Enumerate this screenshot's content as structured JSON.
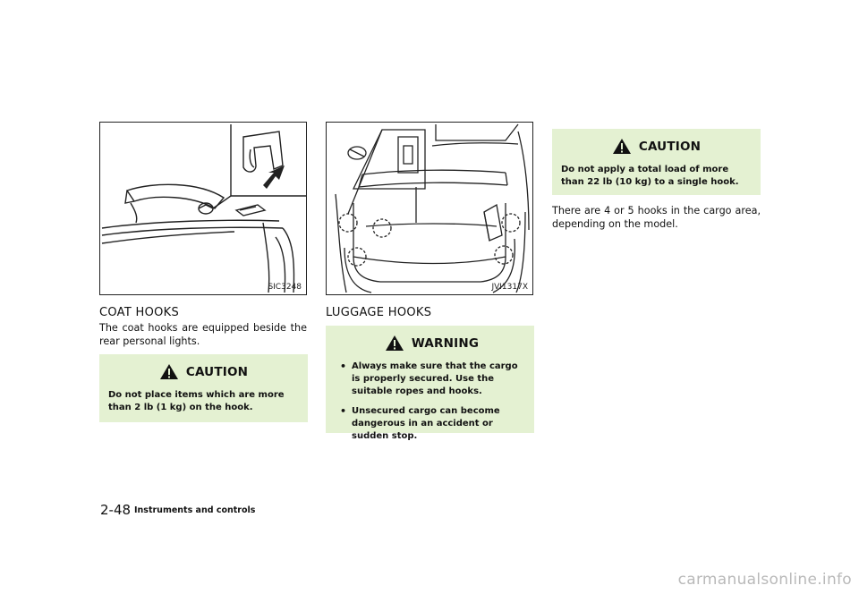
{
  "figures": {
    "coat_hooks_code": "SIC3248",
    "luggage_hooks_code": "JVI1317X"
  },
  "coat_hooks": {
    "heading": "COAT HOOKS",
    "text": "The coat hooks are equipped beside the rear personal lights.",
    "caution_title": "CAUTION",
    "caution_text": "Do not place items which are more than 2 lb (1 kg) on the hook."
  },
  "luggage_hooks": {
    "heading": "LUGGAGE HOOKS",
    "warning_title": "WARNING",
    "warning_items": [
      "Always make sure that the cargo is properly secured. Use the suitable ropes and hooks.",
      "Unsecured cargo can become dangerous in an accident or sudden stop."
    ]
  },
  "right_column": {
    "caution_title": "CAUTION",
    "caution_text": "Do not apply a total load of more than 22 lb (10 kg) to a single hook.",
    "text": "There are 4 or 5 hooks in the cargo area, depending on the model."
  },
  "footer": {
    "page_number": "2-48",
    "section_label": "Instruments and controls"
  },
  "watermark": "carmanualsonline.info",
  "colors": {
    "note_background": "#e4f1d2",
    "watermark": "#b9b9b9"
  }
}
